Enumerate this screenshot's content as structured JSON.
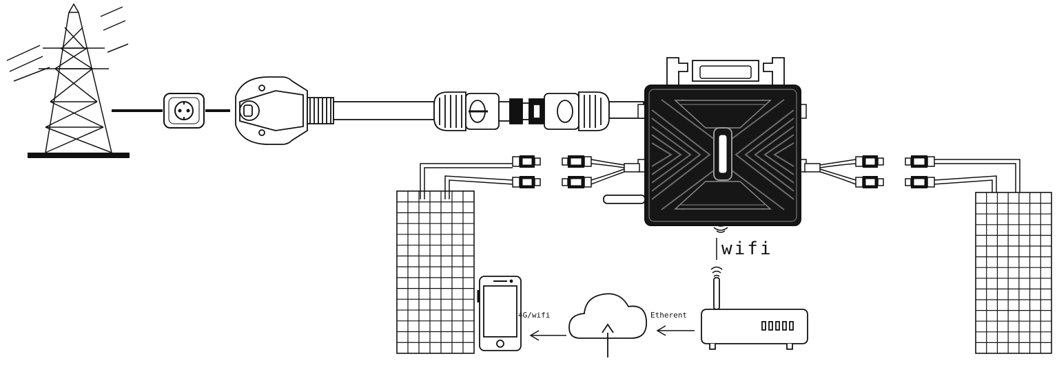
{
  "labels": {
    "wifi": "wifi",
    "phone_link": "4G/wifi",
    "router_link": "Etherent"
  },
  "colors": {
    "stroke": "#111111",
    "inverter_body": "#161616",
    "fin": "#6e6e6e",
    "background": "#ffffff"
  },
  "icons": [
    "transmission-tower-icon",
    "wall-socket-icon",
    "power-plug-icon",
    "ac-connector-icon",
    "microinverter-icon",
    "mc4-connector-icon",
    "solar-panel-icon",
    "wifi-signal-icon",
    "router-icon",
    "cloud-icon",
    "smartphone-icon"
  ]
}
